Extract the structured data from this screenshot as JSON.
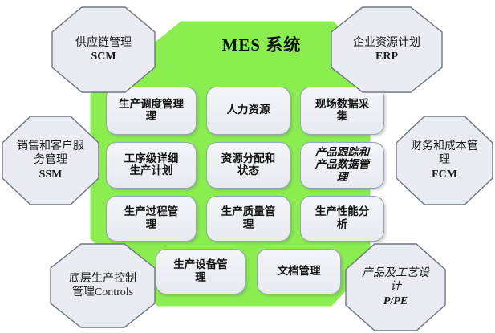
{
  "diagram": {
    "title": "MES 系统",
    "core_color": "#8aee4f",
    "node_fill": "#e9ecf3",
    "node_border": "#6f7681",
    "module_fill": "#eef0f5"
  },
  "core_modules": [
    {
      "id": "production-scheduling-management",
      "lines": [
        "生产调度管理",
        "理"
      ]
    },
    {
      "id": "human-resources",
      "lines": [
        "人力资源"
      ]
    },
    {
      "id": "shopfloor-data-collection",
      "lines": [
        "现场数据采",
        "集"
      ]
    },
    {
      "id": "operation-level-detailed-plan",
      "lines": [
        "工序级详细",
        "生产计划"
      ]
    },
    {
      "id": "resource-allocation-and-status",
      "lines": [
        "资源分配和",
        "状态"
      ]
    },
    {
      "id": "product-tracking-and-data",
      "lines": [
        "产品跟踪和",
        "产品数据管",
        "理"
      ]
    },
    {
      "id": "production-process-management",
      "lines": [
        "生产过程管",
        "理"
      ]
    },
    {
      "id": "production-quality-management",
      "lines": [
        "生产质量管",
        "理"
      ]
    },
    {
      "id": "production-performance-analysis",
      "lines": [
        "生产性能分",
        "析"
      ]
    },
    {
      "id": "production-equipment-management",
      "lines": [
        "生产设备管",
        "理"
      ]
    },
    {
      "id": "document-management",
      "lines": [
        "文档管理"
      ]
    }
  ],
  "external_nodes": [
    {
      "id": "scm",
      "lines": [
        "供应链管理"
      ],
      "code": "SCM"
    },
    {
      "id": "erp",
      "lines": [
        "企业资源计划"
      ],
      "code": "ERP"
    },
    {
      "id": "ssm",
      "lines": [
        "销售和客户服",
        "务管理"
      ],
      "code": "SSM"
    },
    {
      "id": "fcm",
      "lines": [
        "财务和成本管",
        "理"
      ],
      "code": "FCM"
    },
    {
      "id": "controls",
      "lines": [
        "底层生产控制",
        "管理Controls"
      ],
      "code": ""
    },
    {
      "id": "ppe",
      "lines": [
        "产品及工艺设",
        "计"
      ],
      "code": "P/PE"
    }
  ]
}
